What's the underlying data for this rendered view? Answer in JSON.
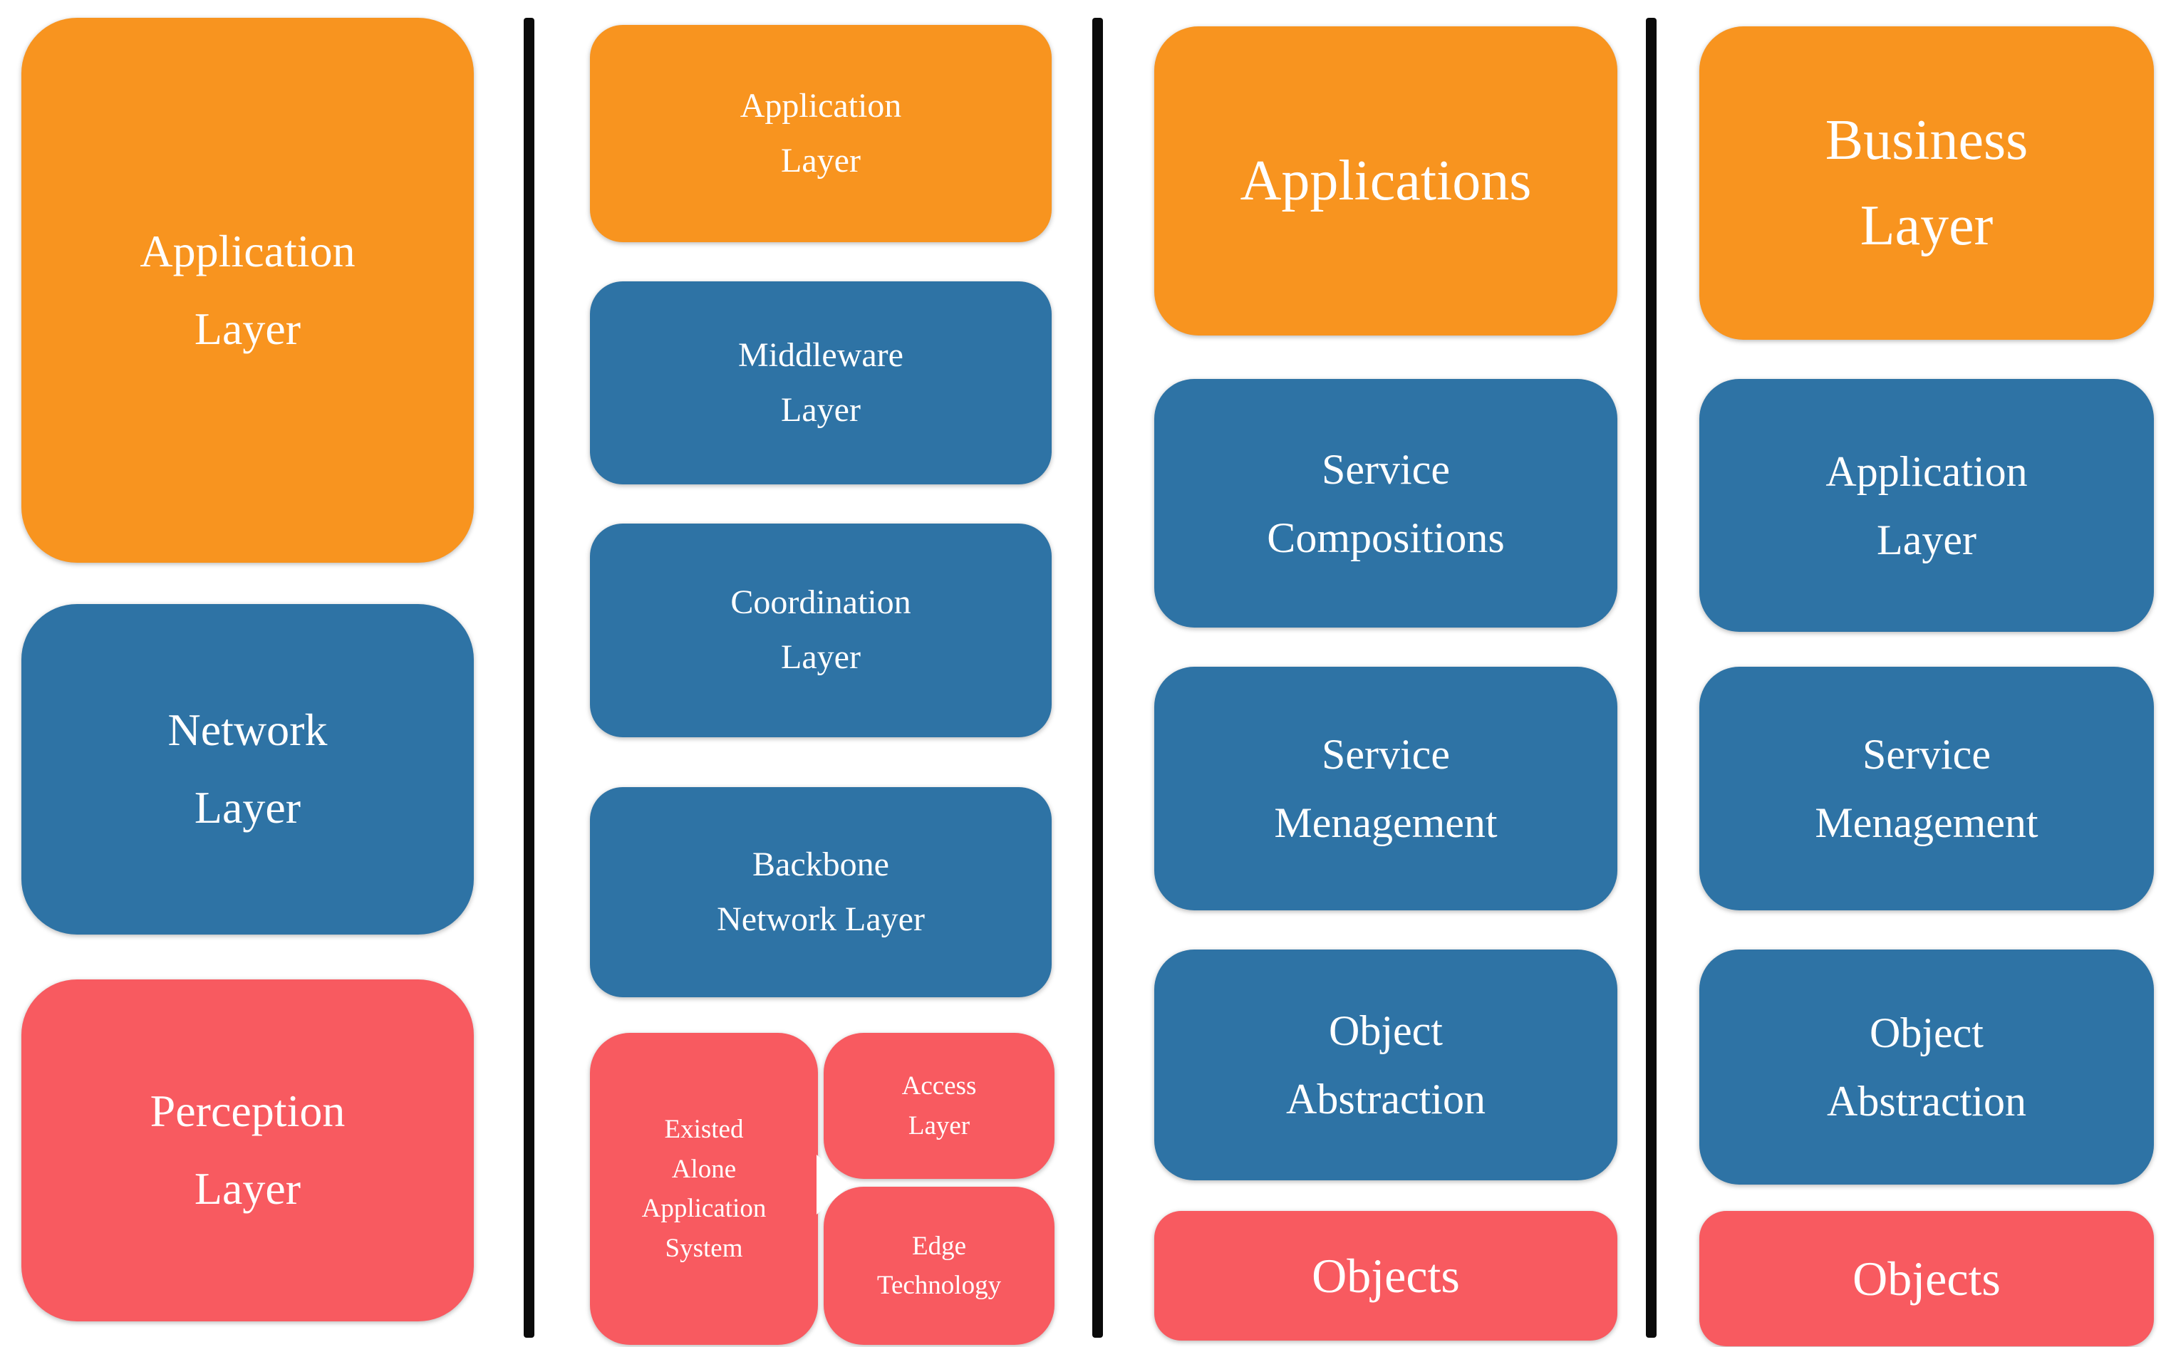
{
  "colors": {
    "orange": "#F8941F",
    "blue": "#2E73A5",
    "red": "#F85A60",
    "separator": "#0B0B0B",
    "label_text": "#FFFFFF",
    "background": "#FFFFFF"
  },
  "columns": [
    {
      "boxes": [
        {
          "label": "Application\nLayer",
          "color": "orange"
        },
        {
          "label": "Network\nLayer",
          "color": "blue"
        },
        {
          "label": "Perception\nLayer",
          "color": "red"
        }
      ]
    },
    {
      "boxes": [
        {
          "label": "Application\nLayer",
          "color": "orange"
        },
        {
          "label": "Middleware\nLayer",
          "color": "blue"
        },
        {
          "label": "Coordination\nLayer",
          "color": "blue"
        },
        {
          "label": "Backbone\nNetwork Layer",
          "color": "blue"
        },
        {
          "label": "Existed\nAlone\nApplication\nSystem",
          "color": "red"
        },
        {
          "label": "Access\nLayer",
          "color": "red"
        },
        {
          "label": "Edge\nTechnology",
          "color": "red"
        }
      ]
    },
    {
      "boxes": [
        {
          "label": "Applications",
          "color": "orange"
        },
        {
          "label": "Service\nCompositions",
          "color": "blue"
        },
        {
          "label": "Service\nMenagement",
          "color": "blue"
        },
        {
          "label": "Object\nAbstraction",
          "color": "blue"
        },
        {
          "label": "Objects",
          "color": "red"
        }
      ]
    },
    {
      "boxes": [
        {
          "label": "Business\nLayer",
          "color": "orange"
        },
        {
          "label": "Application\nLayer",
          "color": "blue"
        },
        {
          "label": "Service\nMenagement",
          "color": "blue"
        },
        {
          "label": "Object\nAbstraction",
          "color": "blue"
        },
        {
          "label": "Objects",
          "color": "red"
        }
      ]
    }
  ]
}
